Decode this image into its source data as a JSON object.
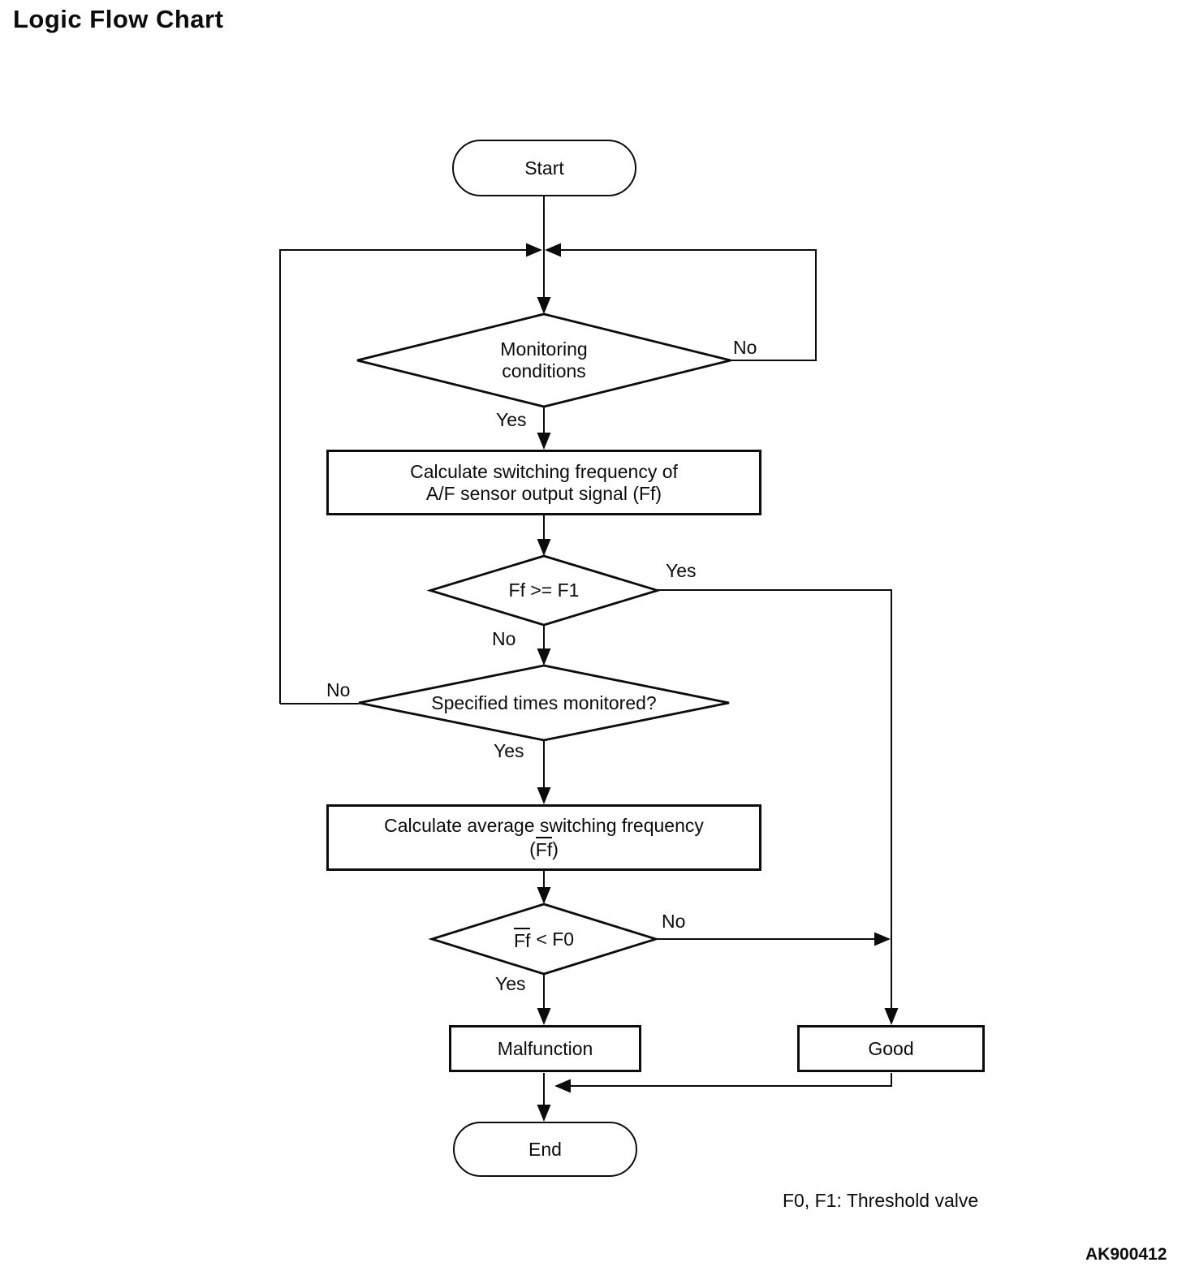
{
  "title": "Logic Flow Chart",
  "footnote": "F0, F1: Threshold valve",
  "figure_code": "AK900412",
  "nodes": {
    "start": "Start",
    "monitoring": {
      "line1": "Monitoring",
      "line2": "conditions"
    },
    "calc_ff": {
      "line1": "Calculate switching frequency of",
      "line2": "A/F sensor output signal (Ff)"
    },
    "ff_ge_f1": "Ff >= F1",
    "specified_times": "Specified times monitored?",
    "calc_avg": {
      "line1": "Calculate average switching frequency",
      "open_paren": "(",
      "overline": "Ff",
      "close_paren": ")"
    },
    "ffbar_lt_f0": {
      "overline": "Ff",
      "rest": "< F0"
    },
    "malfunction": "Malfunction",
    "good": "Good",
    "end": "End"
  },
  "edge_labels": {
    "monitoring_no": "No",
    "monitoring_yes": "Yes",
    "ff_ge_f1_yes": "Yes",
    "ff_ge_f1_no": "No",
    "specified_times_no": "No",
    "specified_times_yes": "Yes",
    "ffbar_lt_f0_no": "No",
    "ffbar_lt_f0_yes": "Yes"
  },
  "colors": {
    "ink": "#0c0c0c",
    "background": "#ffffff"
  }
}
